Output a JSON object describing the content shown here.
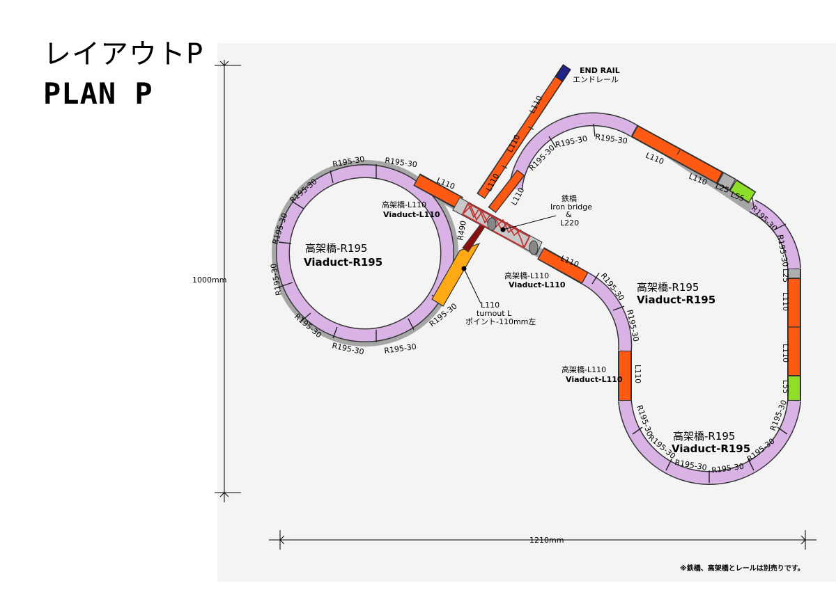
{
  "title": {
    "jp": "レイアウトP",
    "en": "PLAN P"
  },
  "dimensions": {
    "height": "1000mm",
    "width": "1210mm"
  },
  "colors": {
    "curve_rail": "#d9b3e6",
    "straight_rail": "#ff5a14",
    "short_rail": "#8ede2a",
    "turnout": "#ffaa14",
    "end_rail": "#222288",
    "bridge": "#c03030",
    "viaduct_base": "#a6a6a6"
  },
  "labels": {
    "r195": "R195-30",
    "l110": "L110",
    "l25": "L25",
    "l55": "L55",
    "r490": "R490",
    "end_rail_en": "END RAIL",
    "end_rail_jp": "エンドレール",
    "bridge_jp": "鉄橋",
    "bridge_en": "Iron bridge",
    "bridge_amp": "&",
    "bridge_len": "L220",
    "turnout_code": "L110",
    "turnout_en": "turnout L",
    "turnout_jp": "ポイント-110mm左",
    "viaduct_l110_jp": "高架橋-L110",
    "viaduct_l110_en": "Viaduct-L110",
    "viaduct_r195_jp": "高架橋-R195",
    "viaduct_r195_en": "Viaduct-R195"
  },
  "note": "※鉄橋、高架橋とレールは別売りです。"
}
